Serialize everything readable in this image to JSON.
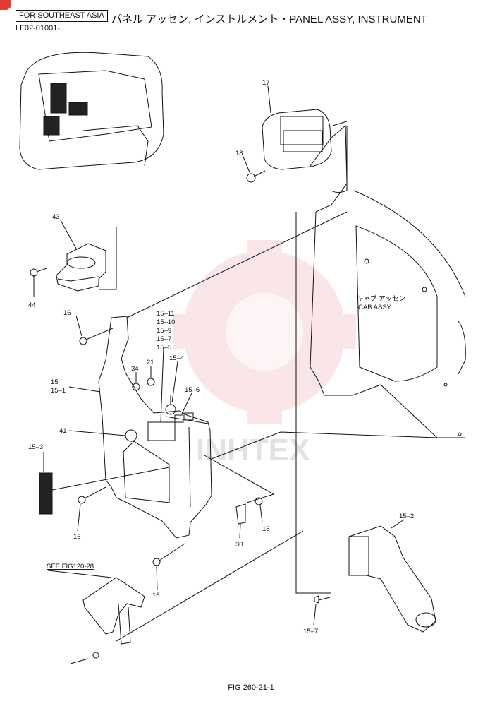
{
  "header": {
    "region_tag": "FOR SOUTHEAST ASIA",
    "code": "LF02-01001-",
    "title": "パネル アッセン, インストルメント・PANEL ASSY, INSTRUMENT"
  },
  "callouts": {
    "c17": "17",
    "c18": "18",
    "c43": "43",
    "c44": "44",
    "c16a": "16",
    "c15_11": "15–11",
    "c15_10": "15–10",
    "c15_9": "15–9",
    "c15_7a": "15–7",
    "c15_5": "15–5",
    "c15_4": "15–4",
    "c15_6": "15–6",
    "c34": "34",
    "c21": "21",
    "c15": "15",
    "c15_1": "15–1",
    "c41": "41",
    "c15_3": "15–3",
    "c16b": "16",
    "c16c": "16",
    "c16d": "16",
    "c30": "30",
    "c15_2": "15–2",
    "c15_7b": "15–7"
  },
  "cab_assy": {
    "jp": "キャブ アッセン",
    "en": "CAB ASSY"
  },
  "see_fig": "SEE FIG120-28",
  "watermark": "INHTEX",
  "footer": "FIG 260-21-1",
  "colors": {
    "line": "#111111",
    "watermark": "#f2b8b8",
    "corner": "#e43a3a"
  }
}
